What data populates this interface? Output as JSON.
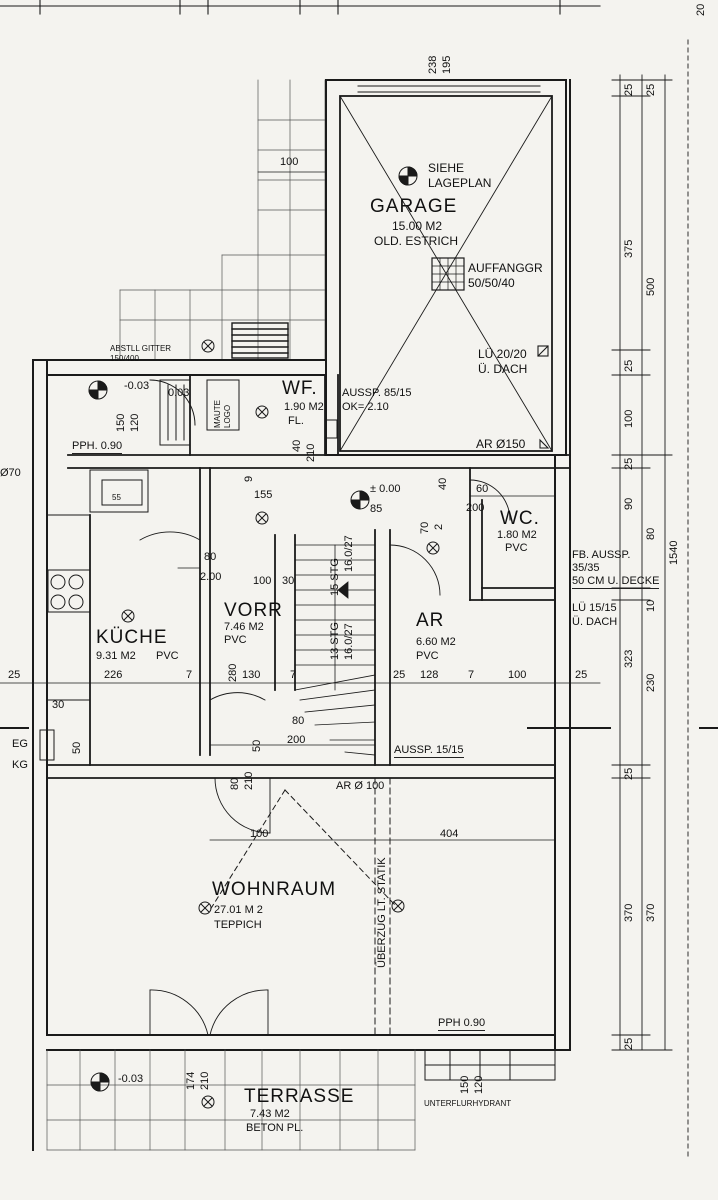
{
  "rooms": {
    "garage": {
      "name": "GARAGE",
      "area": "15.00 M2",
      "floor": "OLD. ESTRICH",
      "note_1": "SIEHE",
      "note_2": "LAGEPLAN"
    },
    "wf": {
      "name": "WF.",
      "area": "1.90 M2",
      "floor": "FL."
    },
    "wc": {
      "name": "WC.",
      "area": "1.80 M2",
      "floor": "PVC"
    },
    "kueche": {
      "name": "KÜCHE",
      "area": "9.31 M2",
      "floor": "PVC"
    },
    "vorr": {
      "name": "VORR",
      "area": "7.46 M2",
      "floor": "PVC"
    },
    "ar": {
      "name": "AR",
      "area": "6.60 M2",
      "floor": "PVC"
    },
    "wohnraum": {
      "name": "WOHNRAUM",
      "area": "27.01 M 2",
      "floor": "TEPPICH"
    },
    "terrasse": {
      "name": "TERRASSE",
      "area": "7.43 M2",
      "floor": "BETON PL."
    }
  },
  "annotations": {
    "auffang_1": "AUFFANGGR",
    "auffang_2": "50/50/40",
    "lu_garage_1": "LÜ 20/20",
    "lu_garage_2": "Ü. DACH",
    "aussp_wf_1": "AUSSP. 85/15",
    "aussp_wf_2": "OK= 2.10",
    "ar_150": "AR Ø150",
    "ar_100": "AR Ø 100",
    "pph_top": "PPH. 0.90",
    "pph_bottom": "PPH 0.90",
    "fb_aussp_1": "FB. AUSSP.",
    "fb_aussp_2": "35/35",
    "fb_aussp_3": "50 CM U. DECKE",
    "lu_wc_1": "LÜ 15/15",
    "lu_wc_2": "Ü. DACH",
    "aussp_ar": "AUSSP. 15/15",
    "abstell_1": "ABSTLL GITTER",
    "abstell_2": "150/400",
    "level_000": "± 0.00",
    "level_003_top": "-0.03",
    "level_003_bottom": "-0.03",
    "ueberzug": "ÜBERZUG LT. STATIK",
    "stg_1": "15 STG",
    "stg_2": "16.0/27",
    "stg_3": "13 STG",
    "stg_4": "16.0/27",
    "unterflur": "UNTERFLURHYDRANT",
    "eg": "EG",
    "kg": "KG",
    "dia_left": "Ø70",
    "brand_1": "MAUTE",
    "brand_2": "LOGO"
  },
  "dimensions": {
    "top_238": "238",
    "top_195": "195",
    "d100_stair": "100",
    "d003": "0.03",
    "d150": "150",
    "d120": "120",
    "d140": "40",
    "d210_wf": "210",
    "d55": "55",
    "d155": "155",
    "d9": "9",
    "d85": "85",
    "d40_top": "40",
    "d60": "60",
    "d200_wc": "200",
    "d70": "70",
    "d2": "2",
    "d80_kitchen": "80",
    "d200_kitchen": "2.00",
    "d100_vorr": "100",
    "d30": "30",
    "d280": "280",
    "d130": "130",
    "d7_vorr": "7",
    "d226": "226",
    "d7_k": "7",
    "d25_left": "25",
    "d25_ar": "25",
    "d128": "128",
    "d7_ar": "7",
    "d100_ar": "100",
    "d25_right": "25",
    "d30_left": "30",
    "d50_left": "50",
    "d80_hall": "80",
    "d200_hall": "200",
    "d50_hall": "50",
    "d80_low": "80",
    "d210_low": "210",
    "d100_wohn": "100",
    "d404": "404",
    "d174": "174",
    "d210_ter": "210",
    "d150_ter": "150",
    "d120_ter": "120",
    "r25_1": "25",
    "r25_2": "25",
    "r375": "375",
    "r500": "500",
    "r25_3": "25",
    "r100": "100",
    "r25_4": "25",
    "r90": "90",
    "r80": "80",
    "r10": "10",
    "r323": "323",
    "r230": "230",
    "r25_5": "25",
    "r370_a": "370",
    "r370_b": "370",
    "r25_6": "25",
    "r1540": "1540",
    "r200_top": "20"
  }
}
